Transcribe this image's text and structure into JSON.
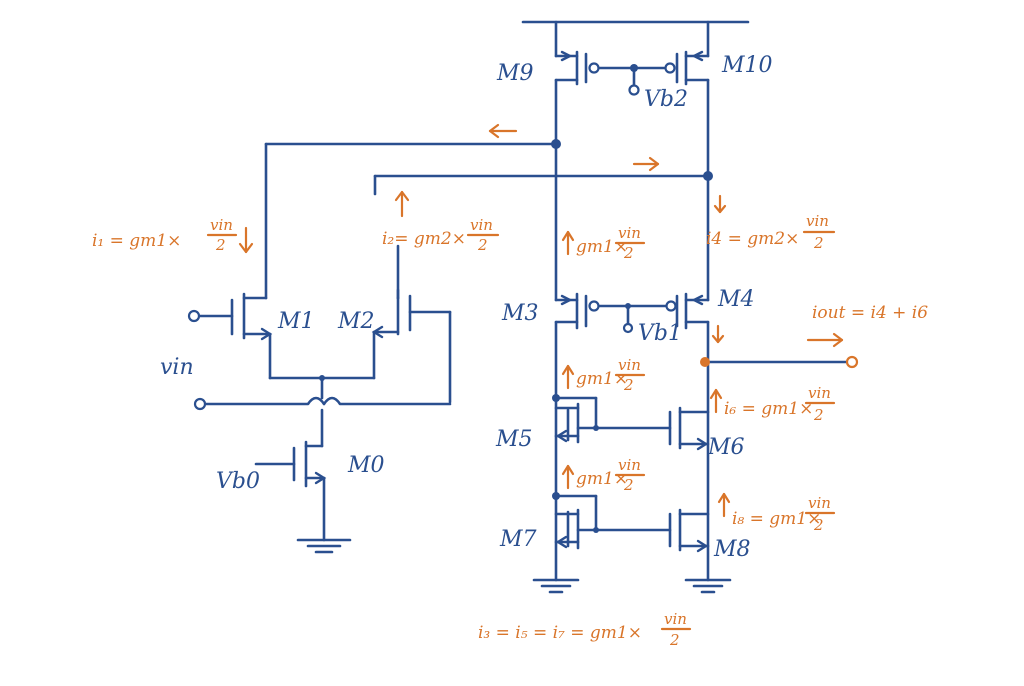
{
  "colors": {
    "wire": "#2a4f8f",
    "annotation": "#d9752a",
    "background": "#ffffff"
  },
  "labels": {
    "M9": "M9",
    "M10": "M10",
    "Vb2": "Vb2",
    "M1": "M1",
    "M2": "M2",
    "M0": "M0",
    "Vb0": "Vb0",
    "vin": "vin",
    "M3": "M3",
    "M4": "M4",
    "Vb1": "Vb1",
    "M5": "M5",
    "M6": "M6",
    "M7": "M7",
    "M8": "M8"
  },
  "annotations": {
    "i1": "i₁ = gm1×",
    "i2": "i₂= gm2×",
    "i4": "i4 = gm2×",
    "gm1_M3": "gm1×",
    "gm1_M5": "gm1×",
    "gm1_M7": "gm1×",
    "i6": "i₆ = gm1×",
    "i8": "i₈ = gm1×",
    "iout": "iout = i4 + i6",
    "i_sum": "i₃ = i₅ = i₇ = gm1×",
    "frac_num": "vin",
    "frac_den": "2"
  }
}
